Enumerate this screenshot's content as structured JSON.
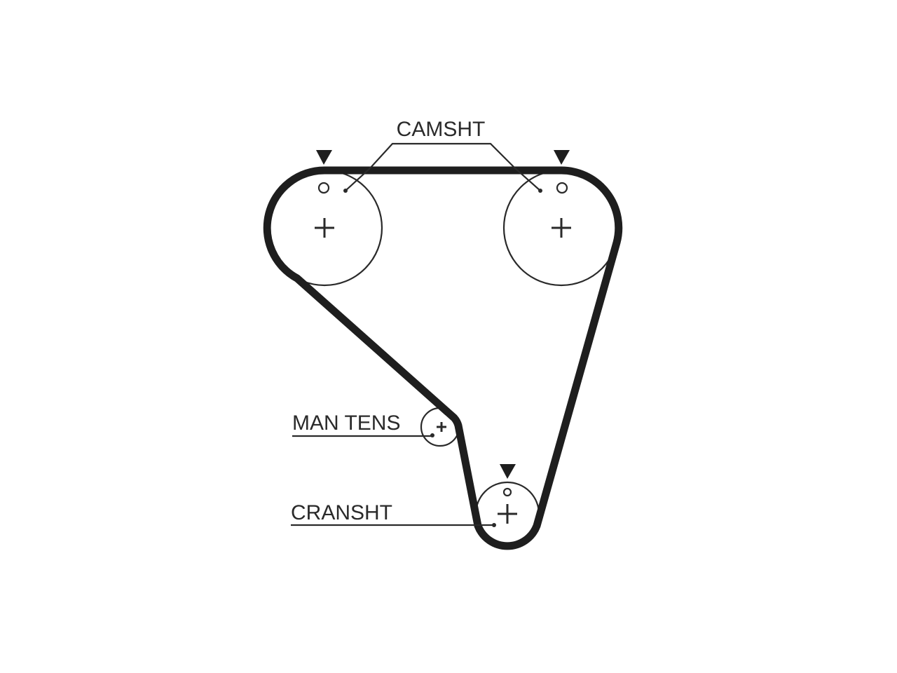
{
  "labels": {
    "camshaft": "CAMSHT",
    "manual_tensioner": "MAN TENS",
    "crankshaft": "CRANSHT"
  }
}
